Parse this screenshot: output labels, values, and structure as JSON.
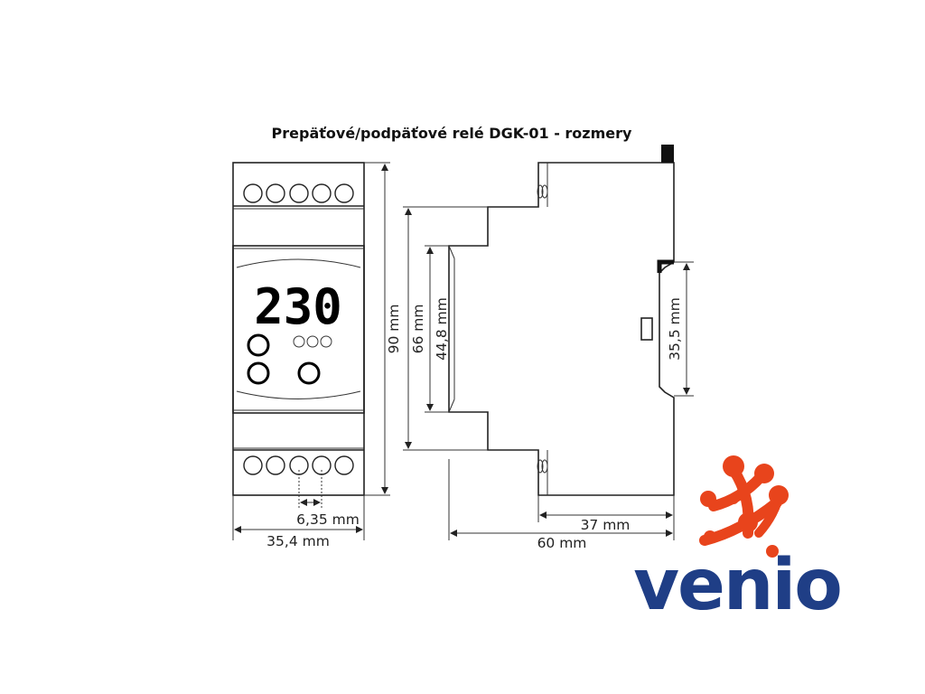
{
  "title": "Prepäťové/podpäťové relé DGK-01 - rozmery",
  "display_value": "230",
  "dimensions": {
    "height_total": "90 mm",
    "height_body": "66 mm",
    "height_front": "44,8 mm",
    "rail_height": "35,5 mm",
    "terminal_pitch": "6,35 mm",
    "width_front": "35,4 mm",
    "depth_rail": "37 mm",
    "depth_total": "60 mm"
  },
  "logo": {
    "text": "venio",
    "text_color": "#1f3e86",
    "mark_color": "#e8441c"
  },
  "icons": {
    "terminal": "terminal-screw-icon",
    "button": "button-circle-icon",
    "led": "led-indicator-icon"
  }
}
